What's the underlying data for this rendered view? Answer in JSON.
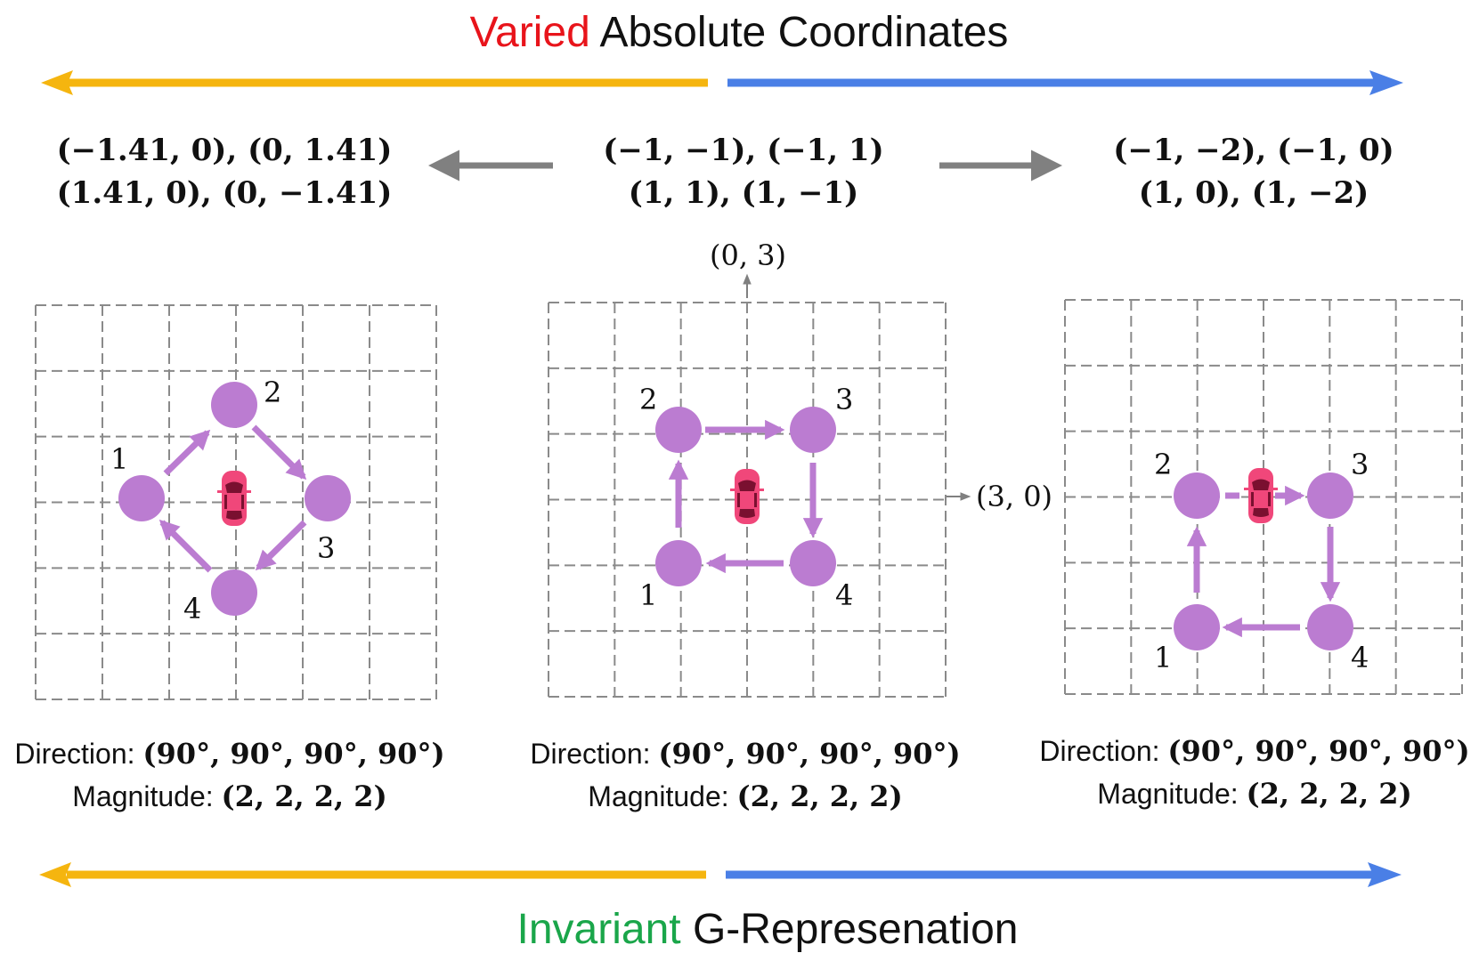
{
  "colors": {
    "varied": "#e8141b",
    "invariant": "#1aa64a",
    "text": "#111111",
    "orange_arrow": "#f5b50f",
    "blue_arrow": "#4a7fe6",
    "gray_arrow": "#808080",
    "grid": "#8a8a8a",
    "node": "#bb7cd1",
    "car": "#f0477a"
  },
  "top_banner": {
    "highlight": "Varied",
    "rest": " Absolute Coordinates"
  },
  "bottom_banner": {
    "highlight": "Invariant",
    "rest": " G-Represenation"
  },
  "panels": [
    {
      "coords_line1": "(−1.41, 0), (0, 1.41)",
      "coords_line2": "(1.41, 0), (0, −1.41)",
      "node_labels": [
        "1",
        "2",
        "3",
        "4"
      ],
      "direction_label": "Direction: ",
      "direction_value": "(90°, 90°, 90°, 90°)",
      "magnitude_label": "Magnitude: ",
      "magnitude_value": "(2, 2, 2, 2)"
    },
    {
      "coords_line1": "(−1, −1), (−1, 1)",
      "coords_line2": "(1, 1), (1, −1)",
      "node_labels": [
        "1",
        "2",
        "3",
        "4"
      ],
      "axis_y_label": "(0, 3)",
      "axis_x_label": "(3, 0)",
      "direction_label": "Direction: ",
      "direction_value": "(90°, 90°, 90°, 90°)",
      "magnitude_label": "Magnitude: ",
      "magnitude_value": "(2, 2, 2, 2)"
    },
    {
      "coords_line1": "(−1, −2), (−1, 0)",
      "coords_line2": "(1, 0), (1, −2)",
      "node_labels": [
        "1",
        "2",
        "3",
        "4"
      ],
      "direction_label": "Direction: ",
      "direction_value": "(90°, 90°, 90°, 90°)",
      "magnitude_label": "Magnitude: ",
      "magnitude_value": "(2, 2, 2, 2)"
    }
  ]
}
